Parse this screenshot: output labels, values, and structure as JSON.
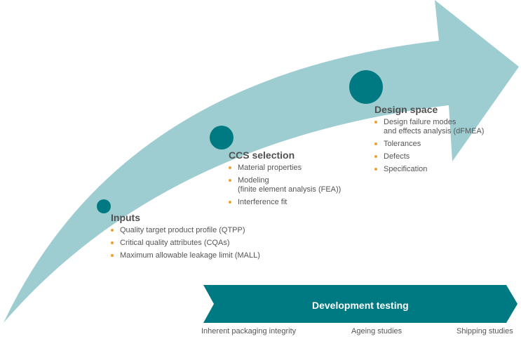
{
  "colors": {
    "arrow": "#9ecdd1",
    "teal": "#007a82",
    "bullet": "#f0a030"
  },
  "stages": [
    {
      "title": "Inputs",
      "items": [
        "Quality target product profile (QTPP)",
        "Critical quality attributes (CQAs)",
        "Maximum allowable leakage limit (MALL)"
      ]
    },
    {
      "title": "CCS selection",
      "items": [
        "Material properties",
        "Modeling\n(finite element analysis (FEA))",
        "Interference fit"
      ]
    },
    {
      "title": "Design space",
      "items": [
        "Design failure modes\nand effects analysis (dFMEA)",
        "Tolerances",
        "Defects",
        "Specification"
      ]
    }
  ],
  "testing": {
    "title": "Development testing",
    "labels": [
      "Inherent packaging integrity",
      "Ageing studies",
      "Shipping studies"
    ]
  }
}
